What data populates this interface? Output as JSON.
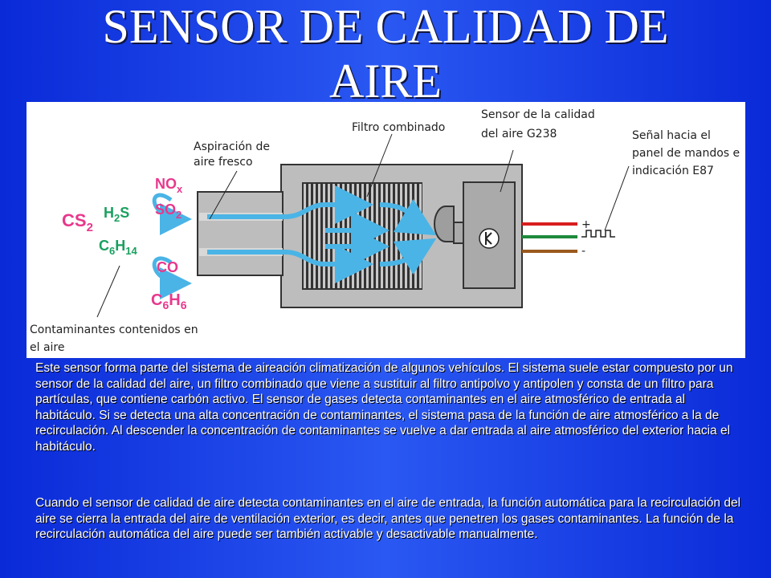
{
  "slide": {
    "title_line1": "SENSOR DE CALIDAD DE",
    "title_line2": "AIRE"
  },
  "diagram": {
    "labels": {
      "air_intake_1": "Aspiración de",
      "air_intake_2": "aire fresco",
      "filter": "Filtro combinado",
      "sensor_1": "Sensor de la calidad",
      "sensor_2": "del aire G238",
      "signal_1": "Señal hacia el",
      "signal_2": "panel de mandos e",
      "signal_3": "indicación E87",
      "pollutants_1": "Contaminantes contenidos en",
      "pollutants_2": "el aire",
      "plus": "+",
      "minus": "-"
    },
    "gases": {
      "nox": "NO",
      "nox_sub": "x",
      "so2": "SO",
      "so2_sub": "2",
      "cs2": "CS",
      "cs2_sub": "2",
      "h2s_h": "H",
      "h2s_sub": "2",
      "h2s_s": "S",
      "c6h14_c": "C",
      "c6h14_sub1": "6",
      "c6h14_h": "H",
      "c6h14_sub2": "14",
      "co": "CO",
      "c6h6_c": "C",
      "c6h6_sub1": "6",
      "c6h6_h": "H",
      "c6h6_sub2": "6"
    },
    "colors": {
      "pink": "#e8388c",
      "green": "#1aa060",
      "arrow_blue": "#4ab4e6",
      "housing": "#bdbdbd",
      "wire_red": "#d81e1e",
      "wire_green": "#1e8a3c",
      "wire_brown": "#9a5a1e"
    }
  },
  "body_text": {
    "paragraph1": "Este sensor forma parte del sistema de aireación climatización de algunos vehículos. El sistema suele estar compuesto por  un  sensor de la calidad del aire,  un filtro combinado que viene a sustituir al filtro antipolvo y antipolen y consta de un filtro para partículas, que contiene carbón activo. El sensor de gases detecta contaminantes en el aire atmosférico de entrada al habitáculo. Si se detecta  una alta concentración de contaminantes, el sistema pasa de la función de aire atmosférico a la de recirculación. Al descender la concentración de contaminantes se vuelve a dar entrada al aire atmosférico del exterior hacia el habitáculo.",
    "paragraph2": "Cuando el sensor de calidad de aire detecta contaminantes en el aire de entrada, la función automática para la recirculación del aire se cierra la entrada del aire de ventilación exterior, es decir, antes que penetren los gases contaminantes. La función de la recirculación automática del aire puede ser también activable y desactivable manualmente."
  }
}
